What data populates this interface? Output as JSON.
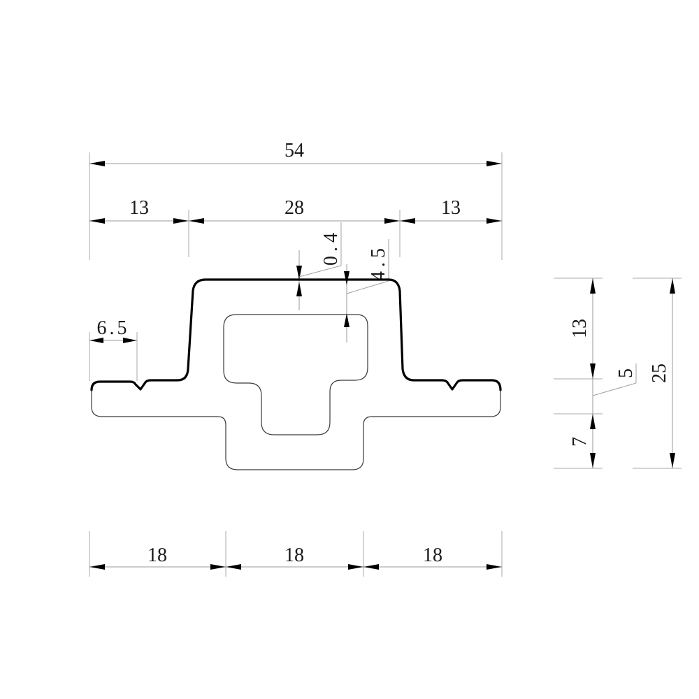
{
  "dimensions": {
    "overall_width": "54",
    "left_flange": "13",
    "center_top": "28",
    "right_flange": "13",
    "wall_thickness": "0.4",
    "inner_gap": "4.5",
    "groove_offset": "6.5",
    "bottom_left": "18",
    "bottom_center": "18",
    "bottom_right": "18",
    "height_upper": "13",
    "height_middle": "5",
    "height_lower": "7",
    "height_total": "25"
  },
  "colors": {
    "profile_outline": "#000000",
    "dimension_lines": "#9a9a9a",
    "text": "#1a1a1a"
  }
}
